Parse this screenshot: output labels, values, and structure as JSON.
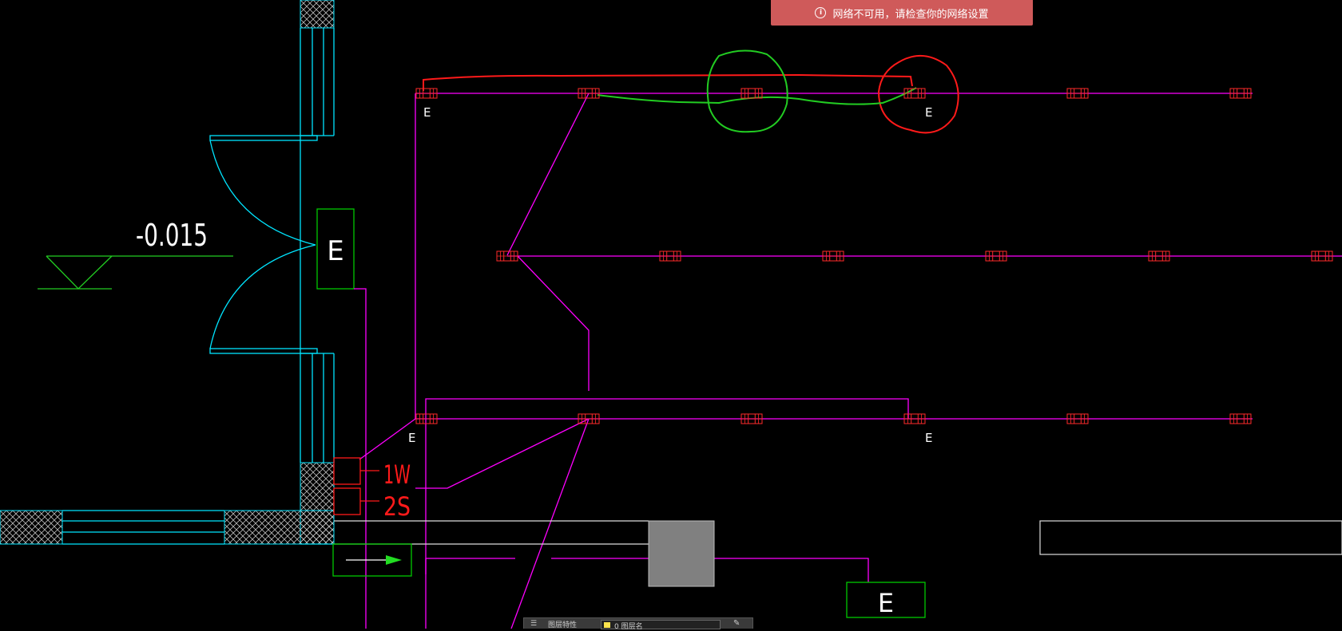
{
  "toast": {
    "message": "网络不可用，请检查你的网络设置",
    "icon": "info-circle-icon"
  },
  "drawing": {
    "elevation_label": "-0.015",
    "panel_label": "E",
    "outlet_labels": [
      "E",
      "E",
      "E",
      "E"
    ],
    "circuit_labels": [
      "1W",
      "2S"
    ],
    "colors": {
      "background": "#000000",
      "wall": "#00e5ff",
      "wiring": "#ff00ff",
      "fixture": "#ff2a2a",
      "panel": "#00c800",
      "markup_red": "#ff1a1a",
      "markup_green": "#22cc22",
      "column": "#808080"
    }
  },
  "commandbar": {
    "label": "图层特性",
    "layer": "0 图层名"
  }
}
